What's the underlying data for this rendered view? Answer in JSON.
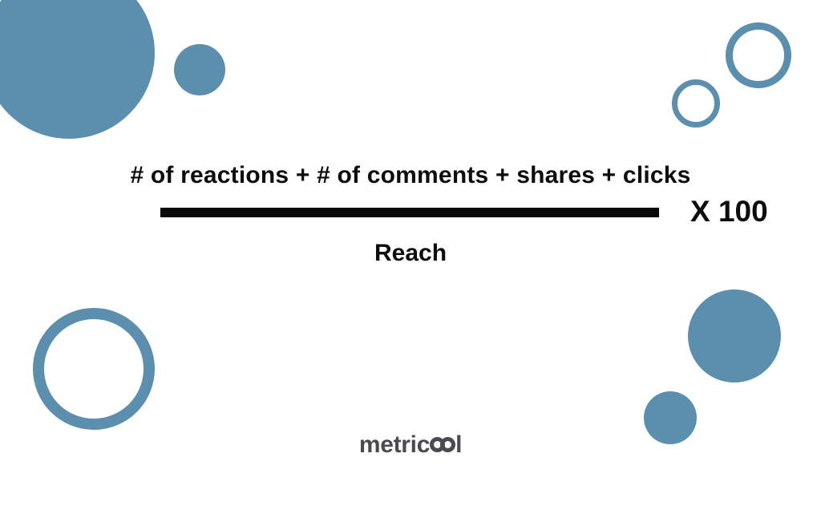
{
  "formula": {
    "numerator": "# of reactions + # of comments + shares + clicks",
    "denominator": "Reach",
    "multiplier": "X 100"
  },
  "brand": {
    "name": "metricool",
    "logo_prefix": "metric",
    "logo_suffix": "l"
  },
  "colors": {
    "accent_blue": "#5B8FAD",
    "formula_black": "#0D0D0D",
    "logo_gray": "#4A4A50",
    "background": "#FFFFFF"
  }
}
